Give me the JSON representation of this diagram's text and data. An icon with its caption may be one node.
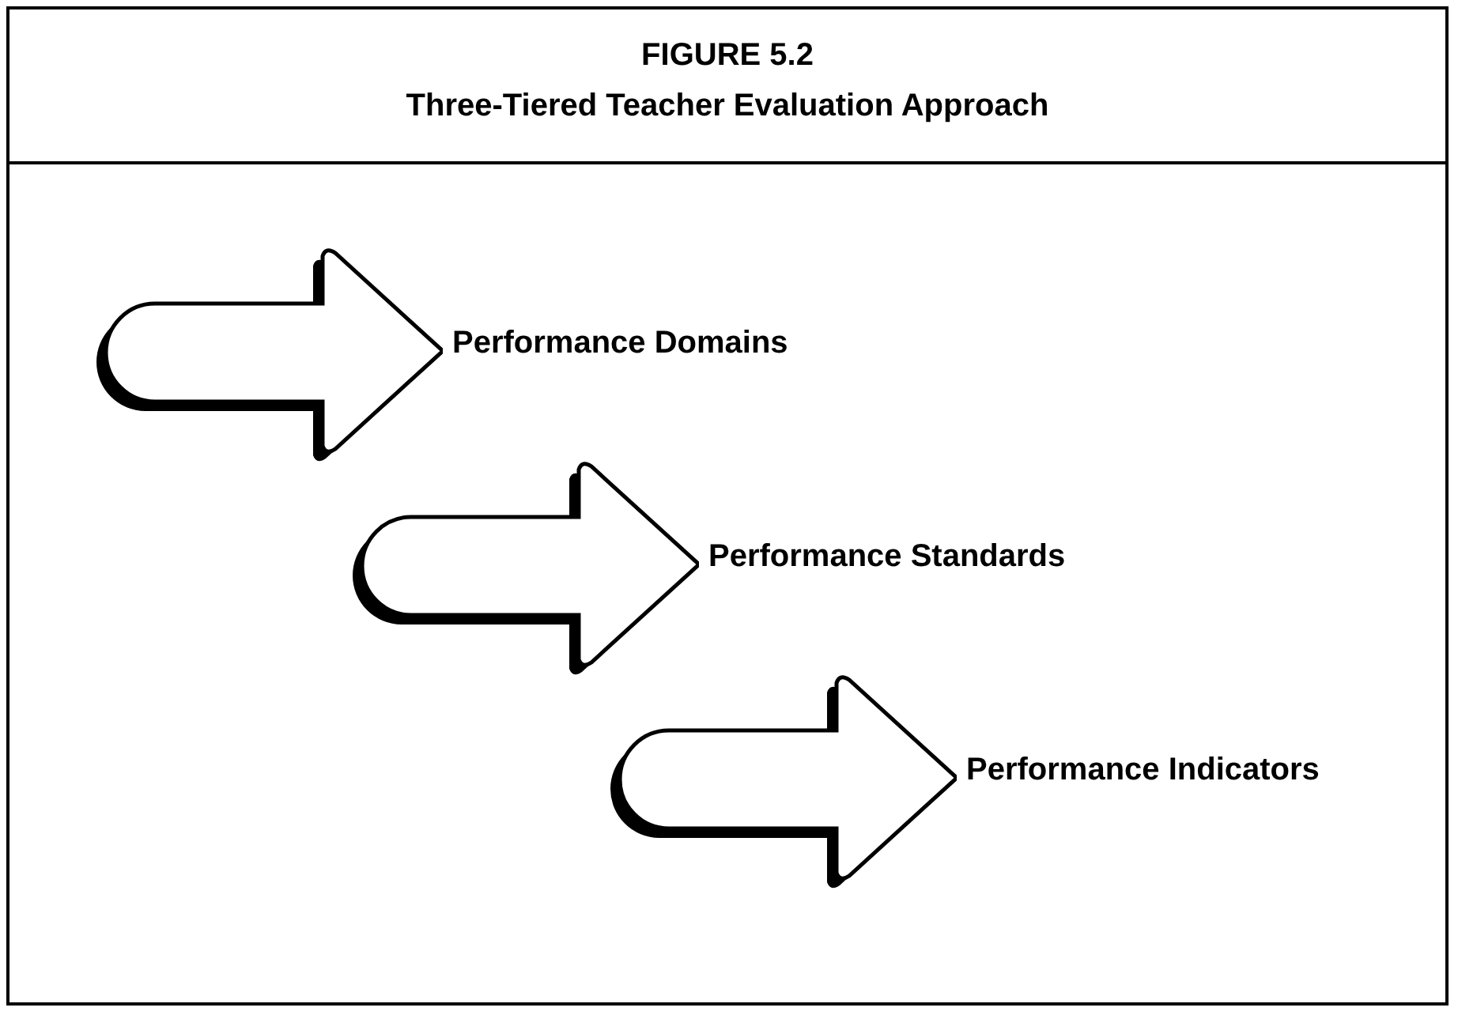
{
  "diagram": {
    "title": "Three-Tiered Teacher Evaluation Approach",
    "labels": [
      "FIGURE 5.2"
    ],
    "nodes": [
      {
        "text": [
          "Performance Domains"
        ]
      },
      {
        "text": [
          "Performance Standards"
        ]
      },
      {
        "text": [
          "Performance Indicators"
        ]
      }
    ]
  }
}
